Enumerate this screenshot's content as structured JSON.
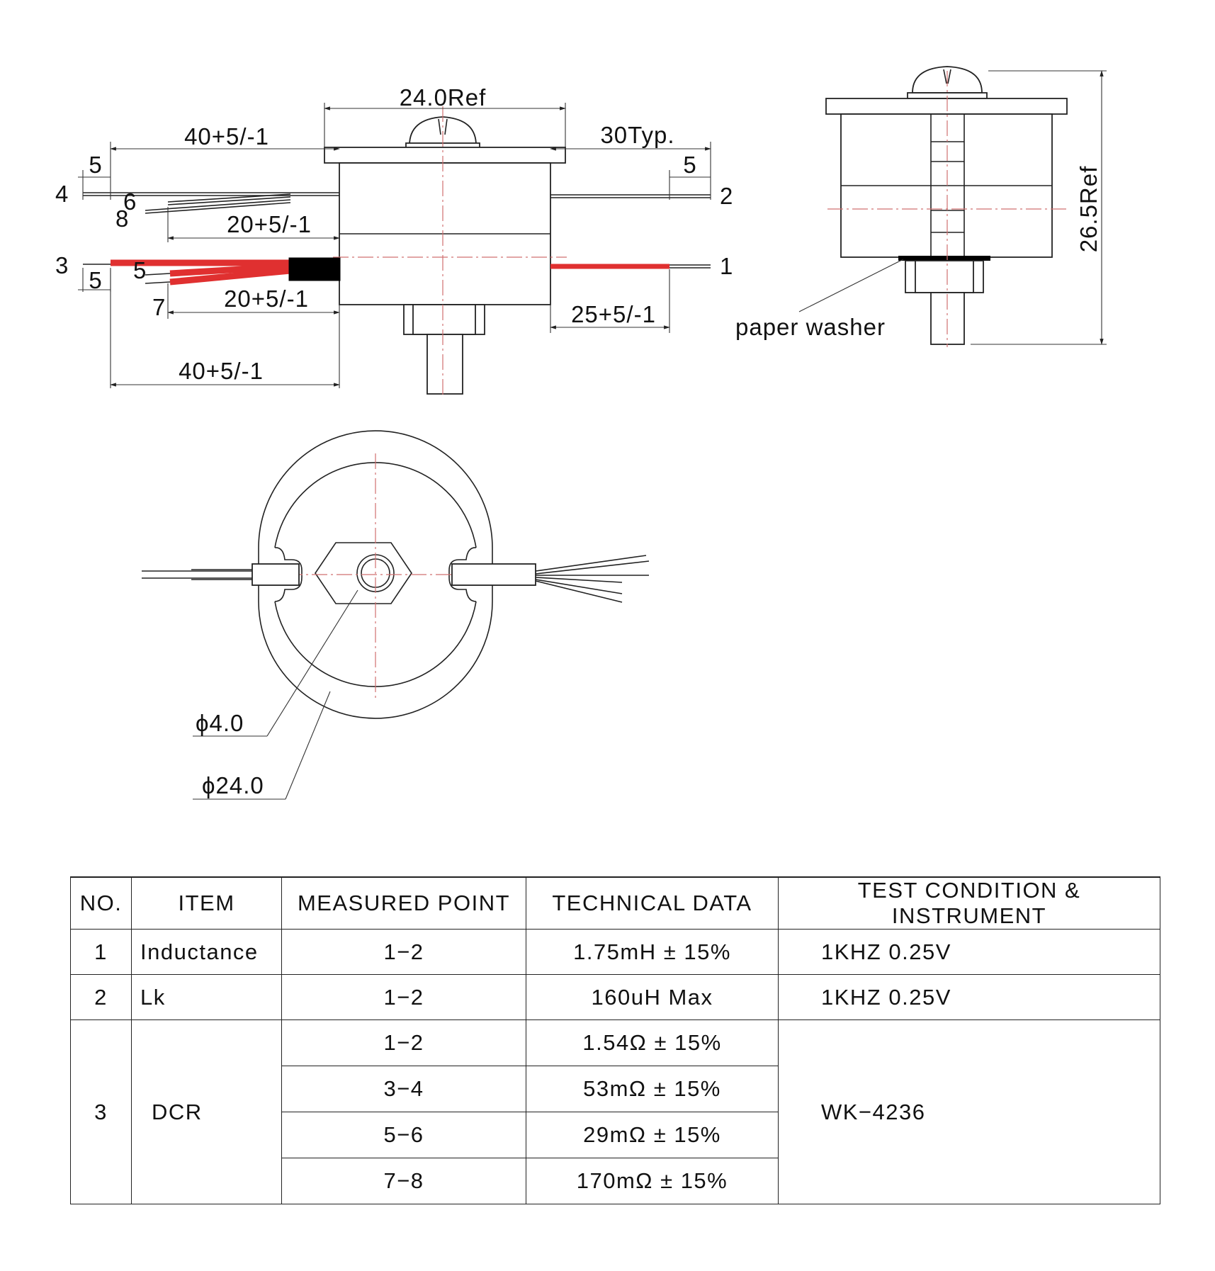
{
  "side_view": {
    "width_label": "24.0Ref",
    "left_lead_len_top": "40+5/-1",
    "right_lead_len": "30Typ.",
    "strip_left_top": "5",
    "strip_right_top": "5",
    "mid_len_top": "20+5/-1",
    "mid_len_bottom": "20+5/-1",
    "strip_left_bottom": "5",
    "right_lead_len_bottom": "25+5/-1",
    "left_lead_len_bottom": "40+5/-1",
    "pins": {
      "p1": "1",
      "p2": "2",
      "p3": "3",
      "p4": "4",
      "p5": "5",
      "p6": "6",
      "p7": "7",
      "p8": "8"
    }
  },
  "section_view": {
    "height_label": "26.5Ref",
    "washer_label": "paper washer"
  },
  "top_view": {
    "hole_dia": "ϕ4.0",
    "outer_dia": "ϕ24.0"
  },
  "colors": {
    "red_wire": "#e03030",
    "sleeve": "#000000",
    "center_line": "#d07070"
  },
  "table": {
    "headers": [
      "NO.",
      "ITEM",
      "MEASURED POINT",
      "TECHNICAL DATA",
      "TEST CONDITION & INSTRUMENT"
    ],
    "rows": [
      {
        "no": "1",
        "item": "Inductance",
        "point": "1−2",
        "data": "1.75mH ± 15%",
        "condition": "1KHZ 0.25V"
      },
      {
        "no": "2",
        "item": "Lk",
        "point": "1−2",
        "data": "160uH Max",
        "condition": "1KHZ 0.25V"
      }
    ],
    "dcr": {
      "no": "3",
      "item": "DCR",
      "condition": "WK−4236",
      "rows": [
        {
          "point": "1−2",
          "data": "1.54Ω ± 15%"
        },
        {
          "point": "3−4",
          "data": "53mΩ ± 15%"
        },
        {
          "point": "5−6",
          "data": "29mΩ ± 15%"
        },
        {
          "point": "7−8",
          "data": "170mΩ ± 15%"
        }
      ]
    }
  }
}
